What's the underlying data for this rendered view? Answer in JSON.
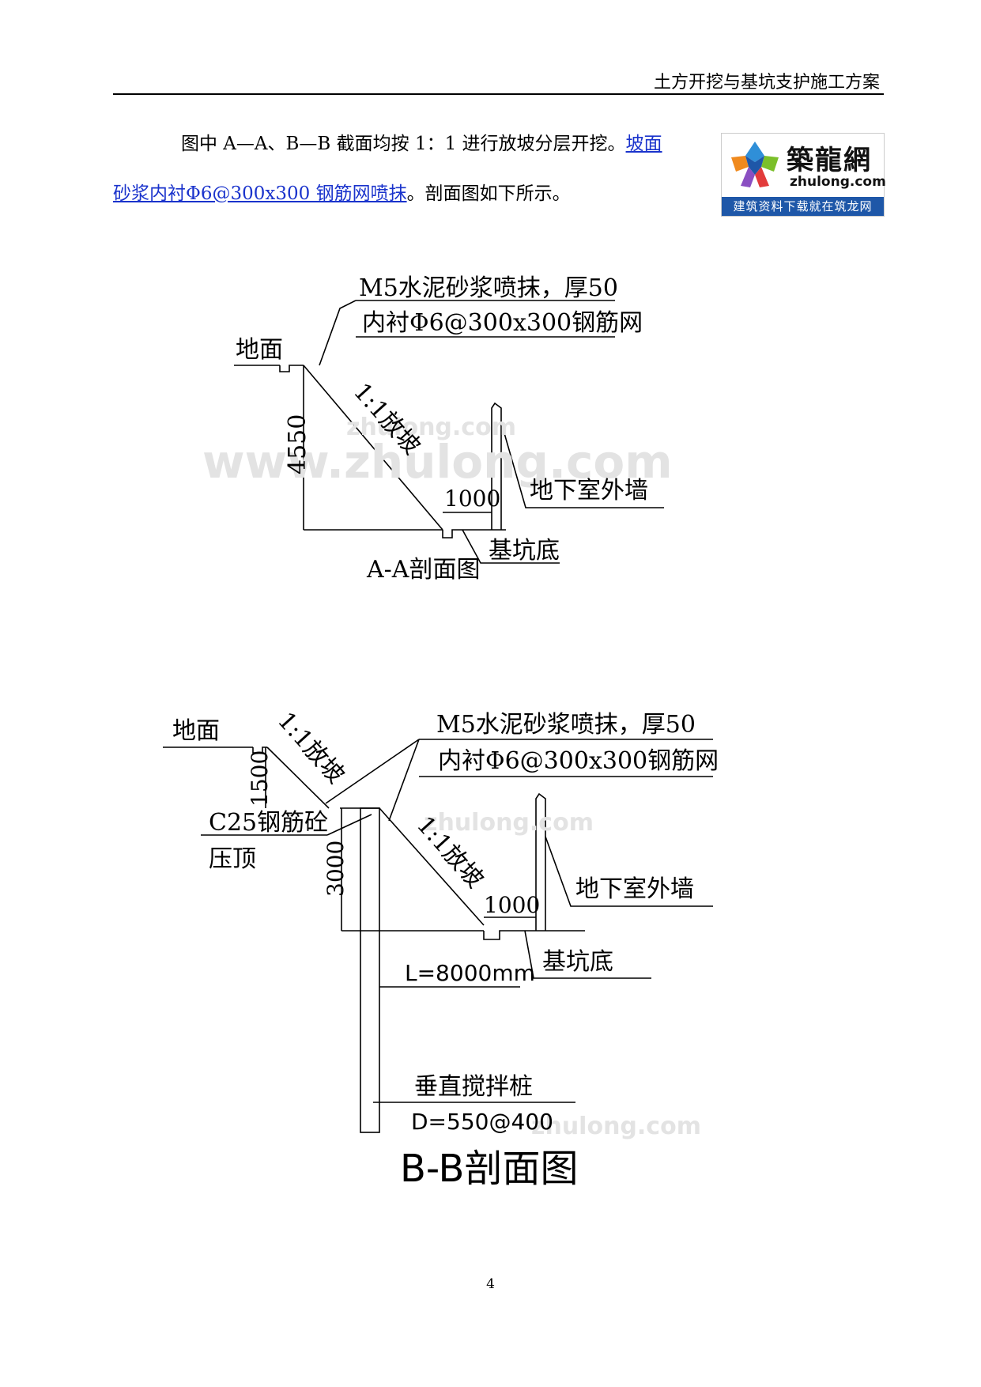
{
  "header": {
    "title": "土方开挖与基坑支护施工方案"
  },
  "body": {
    "para1_plain": "图中 A—A、B—B 截面均按 1：1 进行放坡分层开挖。",
    "para1_link": "坡面",
    "para2_link": "砂浆内衬Φ6@300x300 钢筋网喷抹",
    "para2_plain": "。剖面图如下所示。"
  },
  "logo": {
    "cn": "築龍網",
    "en": "zhulong.com",
    "slogan": "建筑资料下载就在筑龙网"
  },
  "watermarks": {
    "small": "zhulong.com",
    "large": "www.zhulong.com"
  },
  "section_aa": {
    "note_line1": "M5水泥砂浆喷抹，厚50",
    "note_line2": "内衬Φ6@300x300钢筋网",
    "ground_label": "地面",
    "height_dim": "4550",
    "slope_label": "1:1放坡",
    "berm_dim": "1000",
    "wall_label": "地下室外墙",
    "pit_label": "基坑底",
    "title": "A-A剖面图"
  },
  "section_bb": {
    "ground_label": "地面",
    "slope_label_upper": "1:1放坡",
    "note_line1": "M5水泥砂浆喷抹，厚50",
    "note_line2": "内衬Φ6@300x300钢筋网",
    "upper_height_dim": "1500",
    "cap_label_line1": "C25钢筋砼",
    "cap_label_line2": "压顶",
    "lower_height_dim": "3000",
    "slope_label_lower": "1:1放坡",
    "berm_dim": "1000",
    "wall_label": "地下室外墙",
    "pit_label": "基坑底",
    "pile_length": "L=8000mm",
    "pile_label": "垂直搅拌桩",
    "pile_spec": "D=550@400",
    "title": "B-B剖面图"
  },
  "footer": {
    "page_number": "4"
  }
}
